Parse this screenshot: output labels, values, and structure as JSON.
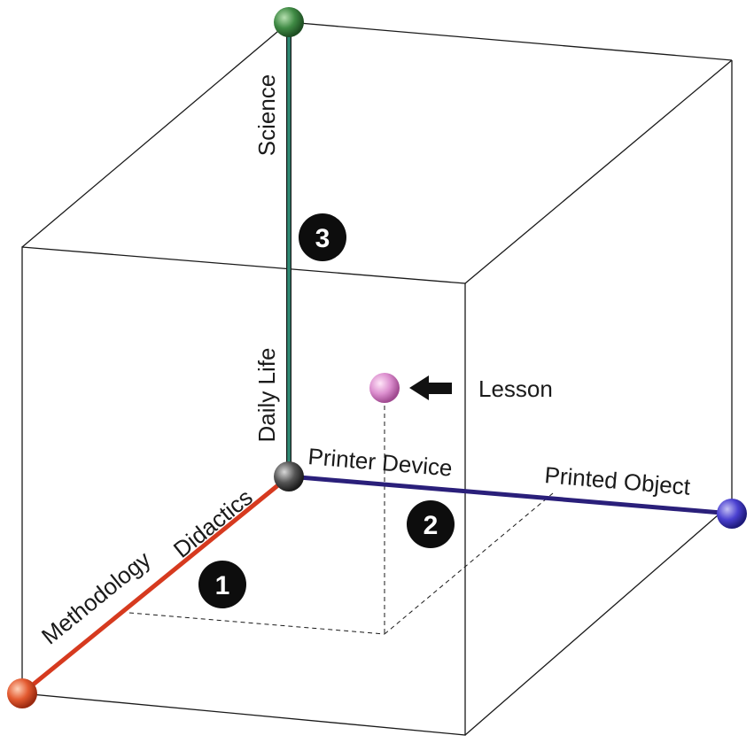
{
  "axes": {
    "vertical": {
      "start_label": "Daily Life",
      "end_label": "Science",
      "color": "#2e8b74",
      "end_node_color": "#2f7a3a",
      "badge": "3"
    },
    "horizontal": {
      "start_label": "Printer Device",
      "end_label": "Printed Object",
      "color": "#3a2a9a",
      "end_node_color": "#3a34c8",
      "badge": "2"
    },
    "diagonal": {
      "start_label": "Didactics",
      "end_label": "Methodology",
      "color": "#d63a1f",
      "end_node_color": "#e0502a",
      "badge": "1"
    }
  },
  "origin_node_color": "#4a4a4a",
  "point": {
    "label": "Lesson",
    "color": "#d98ac8",
    "arrow": "arrow-left-icon"
  }
}
